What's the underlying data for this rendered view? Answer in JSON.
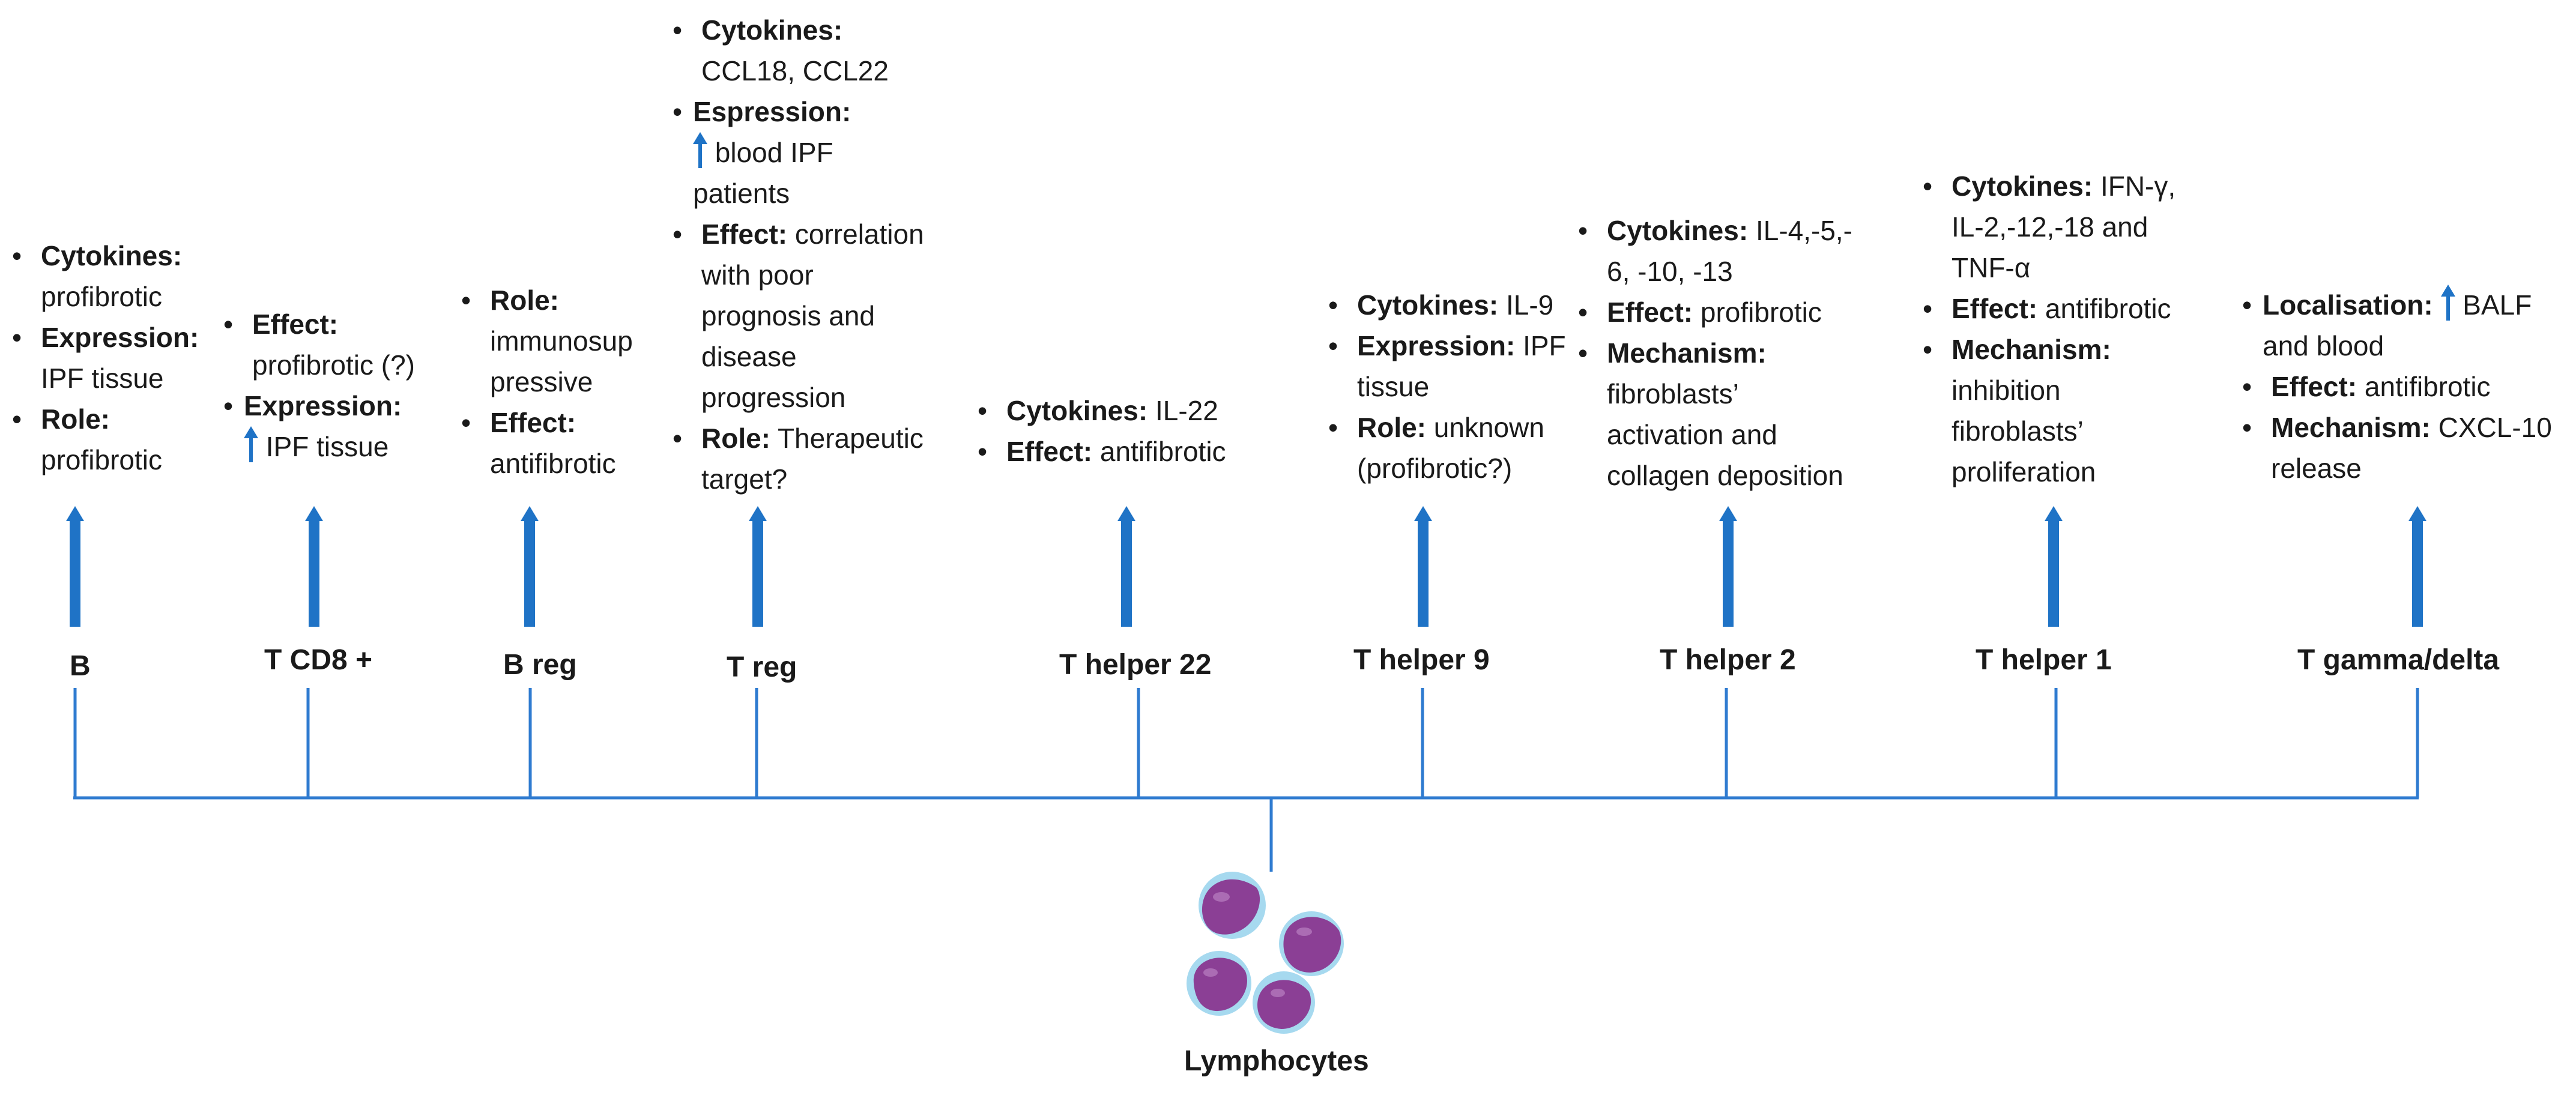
{
  "colors": {
    "arrow": "#1f73c6",
    "line": "#2f7bd0",
    "cell_body": "#8b3f95",
    "cell_halo": "#a6d9ef"
  },
  "icon_name": "up-arrow-icon",
  "root_label": "Lymphocytes",
  "columns": [
    {
      "label": "B",
      "items": [
        {
          "key": "Cytokines:",
          "text": "profibrotic",
          "up": false
        },
        {
          "key": "Expression:",
          "text": "IPF tissue",
          "up": false
        },
        {
          "key": "Role:",
          "text": "profibrotic",
          "up": false
        }
      ]
    },
    {
      "label": "T CD8 +",
      "items": [
        {
          "key": "Effect:",
          "text": "profibrotic (?)",
          "up": false
        },
        {
          "key": "Expression:",
          "text": "IPF tissue",
          "up": true
        }
      ]
    },
    {
      "label": "B reg",
      "items": [
        {
          "key": "Role:",
          "text": "immunosup pressive",
          "up": false
        },
        {
          "key": "Effect:",
          "text": "antifibrotic",
          "up": false
        }
      ]
    },
    {
      "label": "T reg",
      "items": [
        {
          "key": "Cytokines:",
          "text": "CCL18, CCL22",
          "up": false
        },
        {
          "key": "Espression:",
          "text": "blood IPF patients",
          "up": true
        },
        {
          "key": "Effect:",
          "text": "correlation with poor prognosis and disease progression",
          "up": false
        },
        {
          "key": "Role:",
          "text": "Therapeutic target?",
          "up": false
        }
      ]
    },
    {
      "label": "T helper 22",
      "items": [
        {
          "key": "Cytokines:",
          "text": "IL-22",
          "up": false
        },
        {
          "key": "Effect:",
          "text": "antifibrotic",
          "up": false
        }
      ]
    },
    {
      "label": "T helper 9",
      "items": [
        {
          "key": "Cytokines:",
          "text": "IL-9",
          "up": false
        },
        {
          "key": "Expression:",
          "text": "IPF tissue",
          "up": false
        },
        {
          "key": "Role:",
          "text": "unknown (profibrotic?)",
          "up": false
        }
      ]
    },
    {
      "label": "T helper 2",
      "items": [
        {
          "key": "Cytokines:",
          "text": "IL-4,-5,-6, -10, -13",
          "up": false
        },
        {
          "key": "Effect:",
          "text": "profibrotic",
          "up": false
        },
        {
          "key": "Mechanism:",
          "text": "fibroblasts’ activation and collagen deposition",
          "up": false
        }
      ]
    },
    {
      "label": "T helper 1",
      "items": [
        {
          "key": "Cytokines:",
          "text": "IFN-γ, IL-2,-12,-18 and TNF-α",
          "up": false
        },
        {
          "key": "Effect:",
          "text": "antifibrotic",
          "up": false
        },
        {
          "key": "Mechanism:",
          "text": "inhibition fibroblasts’ proliferation",
          "up": false
        }
      ]
    },
    {
      "label": "T gamma/delta",
      "items": [
        {
          "key": "Localisation:",
          "text": "BALF and blood",
          "up": true
        },
        {
          "key": "Effect:",
          "text": "antifibrotic",
          "up": false
        },
        {
          "key": "Mechanism:",
          "text": "CXCL-10 release",
          "up": false
        }
      ]
    }
  ]
}
